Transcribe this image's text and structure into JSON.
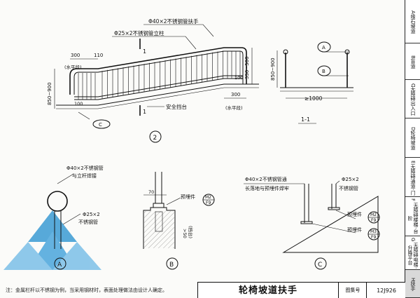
{
  "top_view": {
    "label_handrail_top": "Φ40×2不锈钢管扶手",
    "label_post": "Φ25×2不锈钢管立柱",
    "dim_300_left": "300",
    "dim_flat_left": "(水平段)",
    "dim_110": "110",
    "dim_850_900": "850~900",
    "dim_100_left": "100",
    "dim_100_right": "100",
    "dim_300_right": "300",
    "dim_flat_right": "(水平段)",
    "dim_350_500": "350~500",
    "label_curb": "安全挡台",
    "section_mark": "1",
    "callout_c": "C",
    "view_number": "2"
  },
  "section_view": {
    "callout_a": "A",
    "callout_b": "B",
    "dim_850_900": "850~900",
    "dim_width": "≥1000",
    "section_label": "1-1"
  },
  "detail_a": {
    "label_top_line1": "Φ40×2不锈钢管",
    "label_top_line2": "与立杆焊接",
    "label_bottom_line1": "Φ25×2",
    "label_bottom_line2": "不锈钢管",
    "marker": "A"
  },
  "detail_b": {
    "dim_70": "70",
    "label_embed": "预埋件",
    "ref_top": "M2",
    "ref_bottom": "F9",
    "dim_50": ">50",
    "dim_note": "(挡台)",
    "marker": "B"
  },
  "detail_c": {
    "label_top_line1": "Φ40×2不锈钢管通",
    "label_top_line2": "长落地与预埋件焊牢",
    "label_right_line1": "Φ25×2",
    "label_right_line2": "不锈钢管",
    "label_embed_1": "预埋件",
    "ref1_top": "M2",
    "ref1_bottom": "F9",
    "label_embed_2": "预埋件",
    "ref2_top": "M3",
    "ref2_bottom": "F9",
    "marker": "C"
  },
  "sidebar": {
    "items": [
      {
        "letter": "A",
        "text": "缘石坡道"
      },
      {
        "letter": "B",
        "text": "盲道"
      },
      {
        "letter": "C",
        "text": "无障碍出入口"
      },
      {
        "letter": "D",
        "text": "轮椅坡道"
      },
      {
        "letter": "E",
        "text": "无障碍通道·门"
      },
      {
        "letter": "F",
        "text": "无障碍楼梯·台阶"
      },
      {
        "letter": "G",
        "text": "无障碍电梯·升降平台"
      },
      {
        "letter": "H",
        "text": "扶手"
      }
    ]
  },
  "title_block": {
    "title": "轮椅坡道扶手",
    "atlas_label": "图集号",
    "atlas_number": "12J926"
  },
  "footnote": "注：金属栏杆以不锈钢为例，当采用钢材时，表面处理做法由设计人确定。",
  "colors": {
    "line": "#111111",
    "watermark": "#3b9bd4",
    "paper": "#fbfbf9"
  }
}
